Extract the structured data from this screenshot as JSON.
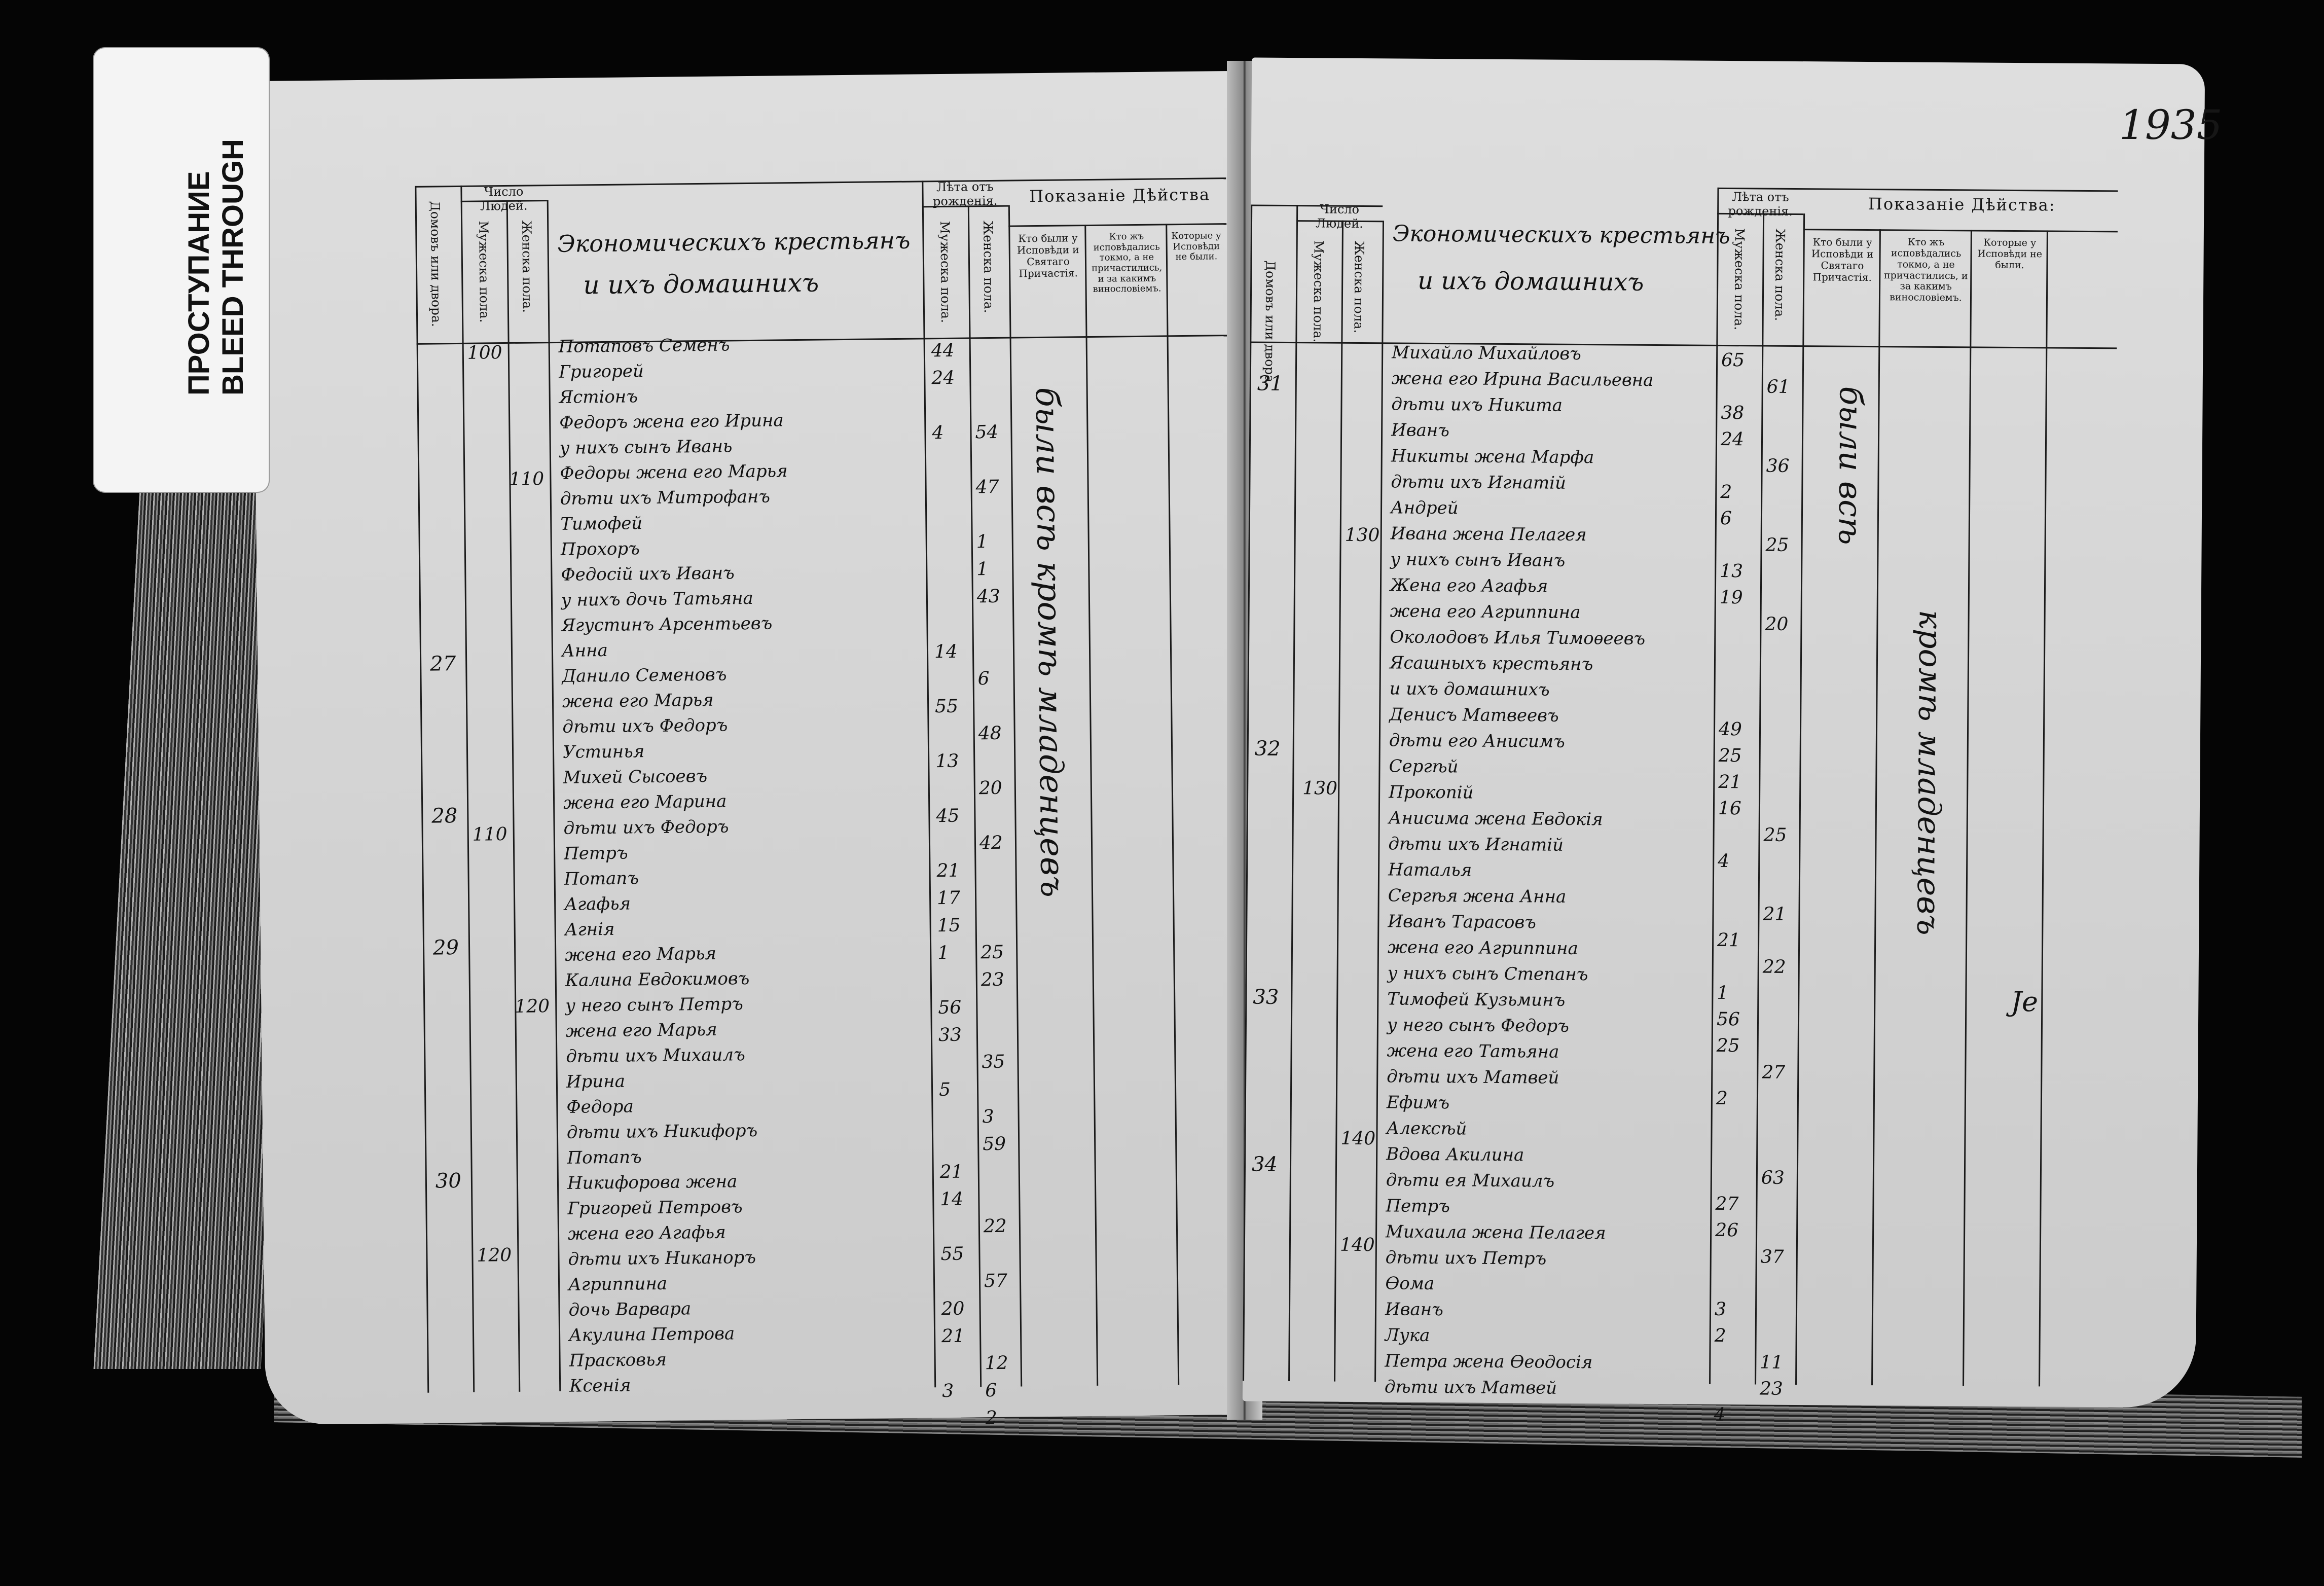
{
  "stamp": {
    "line1": "ПРОСТУПАНИЕ",
    "line2": "BLEED THROUGH"
  },
  "page_number": "1935",
  "left": {
    "headers": {
      "households": "Домовъ или двора.",
      "number_of_people": "Число Людей.",
      "male": "Мужеска пола.",
      "female": "Женска пола.",
      "ages": "Лѣта отъ рожденія.",
      "ages_male": "Мужеска пола.",
      "ages_female": "Женска пола.",
      "confession_title": "Показаніе Дѣйства",
      "confessed": "Кто были у Исповѣди и Святаго Причастія.",
      "confessed_only": "Кто жъ исповѣдались токмо, а не причастились, и за какимъ винословіемъ.",
      "not_confessed": "Которые у Исповѣди не были."
    },
    "section_title_1": "Экономическихъ крестьянъ",
    "section_title_2": "и ихъ домашнихъ",
    "household_numbers": [
      "27",
      "28",
      "29",
      "30"
    ],
    "people_counts": [
      "100",
      "110",
      "110",
      "120",
      "120"
    ],
    "names": [
      "Потаповъ Семенъ",
      "Григорей",
      "Ястіонъ",
      "Федоръ жена его Ирина",
      "у нихъ сынъ Ивань",
      "Федоры жена его Марья",
      "дѣти ихъ Митрофанъ",
      "Тимофей",
      "Прохоръ",
      "Федосій ихъ Иванъ",
      "у нихъ дочь Татьяна",
      "Ягустинъ Арсентьевъ",
      "Анна",
      "Данило Семеновъ",
      "жена его Марья",
      "дѣти ихъ Федоръ",
      "Устинья",
      "Михей Сысоевъ",
      "жена его Марина",
      "дѣти ихъ Федоръ",
      "Петръ",
      "Потапъ",
      "Агафья",
      "Агнія",
      "жена его Марья",
      "Калина Евдокимовъ",
      "у него сынъ Петръ",
      "жена его Марья",
      "дѣти ихъ Михаилъ",
      "Ирина",
      "Федора",
      "дѣти ихъ Никифоръ",
      "Потапъ",
      "Никифорова жена",
      "Григорей Петровъ",
      "жена его Агафья",
      "дѣти ихъ Никаноръ",
      "Агриппина",
      "дочь Варвара",
      "Акулина Петрова",
      "Прасковья",
      "Ксенія"
    ],
    "ages_male": [
      "44",
      "24",
      "",
      "4",
      "",
      "",
      "",
      "",
      "",
      "",
      "",
      "14",
      "",
      "55",
      "",
      "13",
      "",
      "45",
      "",
      "21",
      "17",
      "15",
      "1",
      "",
      "56",
      "33",
      "",
      "5",
      "",
      "",
      "21",
      "14",
      "",
      "55",
      "",
      "20",
      "21",
      "",
      "3"
    ],
    "ages_female": [
      "",
      "",
      "",
      "54",
      "",
      "47",
      "",
      "1",
      "1",
      "43",
      "",
      "",
      "6",
      "",
      "48",
      "",
      "20",
      "",
      "42",
      "",
      "",
      "",
      "25",
      "23",
      "",
      "",
      "35",
      "",
      "3",
      "59",
      "",
      "",
      "22",
      "",
      "57",
      "",
      "",
      "12",
      "6",
      "2"
    ],
    "vertical_note": "были всѣ кромѣ младенцевъ"
  },
  "right": {
    "headers": {
      "households": "Домовъ или двора.",
      "number_of_people": "Число Людей.",
      "male": "Мужеска пола.",
      "female": "Женска пола.",
      "ages": "Лѣта отъ рожденія.",
      "ages_male": "Мужеска пола.",
      "ages_female": "Женска пола.",
      "confession_title": "Показаніе Дѣйства:",
      "confessed": "Кто были у Исповѣди и Святаго Причастія.",
      "confessed_only": "Кто жъ исповѣдались токмо, а не причастились, и за какимъ винословіемъ.",
      "not_confessed": "Которые у Исповѣди не были."
    },
    "section_title_1": "Экономическихъ крестьянъ",
    "section_title_2": "и ихъ домашнихъ",
    "household_numbers": [
      "31",
      "32",
      "33",
      "34"
    ],
    "people_counts": [
      "130",
      "130",
      "140",
      "140"
    ],
    "names": [
      "Михайло Михайловъ",
      "жена его Ирина Васильевна",
      "дѣти ихъ Никита",
      "Иванъ",
      "Никиты жена Марфа",
      "дѣти ихъ Игнатій",
      "Андрей",
      "Ивана жена Пелагея",
      "у нихъ сынъ Иванъ",
      "Жена его Агафья",
      "жена его Агриппина",
      "Околодовъ Илья Тимоѳеевъ",
      "Ясашныхъ крестьянъ",
      "и ихъ домашнихъ",
      "Денисъ Матвеевъ",
      "дѣти его Анисимъ",
      "Сергѣй",
      "Прокопій",
      "Анисима жена Евдокія",
      "дѣти ихъ Игнатій",
      "Наталья",
      "Сергѣя жена Анна",
      "Иванъ Тарасовъ",
      "жена его Агриппина",
      "у нихъ сынъ Степанъ",
      "Тимофей Кузьминъ",
      "у него сынъ Федоръ",
      "жена его Татьяна",
      "дѣти ихъ Матвей",
      "Ефимъ",
      "Алексѣй",
      "Вдова Акилина",
      "дѣти ея Михаилъ",
      "Петръ",
      "Михаила жена Пелагея",
      "дѣти ихъ Петръ",
      "Ѳома",
      "Иванъ",
      "Лука",
      "Петра жена Ѳеодосія",
      "дѣти ихъ Матвей"
    ],
    "ages_male": [
      "65",
      "",
      "38",
      "24",
      "",
      "2",
      "6",
      "",
      "13",
      "19",
      "",
      "",
      "",
      "",
      "49",
      "25",
      "21",
      "16",
      "",
      "4",
      "",
      "",
      "21",
      "",
      "1",
      "56",
      "25",
      "",
      "2",
      "",
      "",
      "",
      "27",
      "26",
      "",
      "",
      "3",
      "2",
      "",
      "",
      "4"
    ],
    "ages_female": [
      "",
      "61",
      "",
      "",
      "36",
      "",
      "",
      "25",
      "",
      "",
      "20",
      "",
      "",
      "",
      "",
      "",
      "",
      "",
      "25",
      "",
      "",
      "21",
      "",
      "22",
      "",
      "",
      "",
      "27",
      "",
      "",
      "",
      "63",
      "",
      "",
      "37",
      "",
      "",
      "",
      "11",
      "23"
    ],
    "vertical_note_1": "были всѣ",
    "vertical_note_2": "кромѣ младенцевъ",
    "mark": "Je"
  }
}
